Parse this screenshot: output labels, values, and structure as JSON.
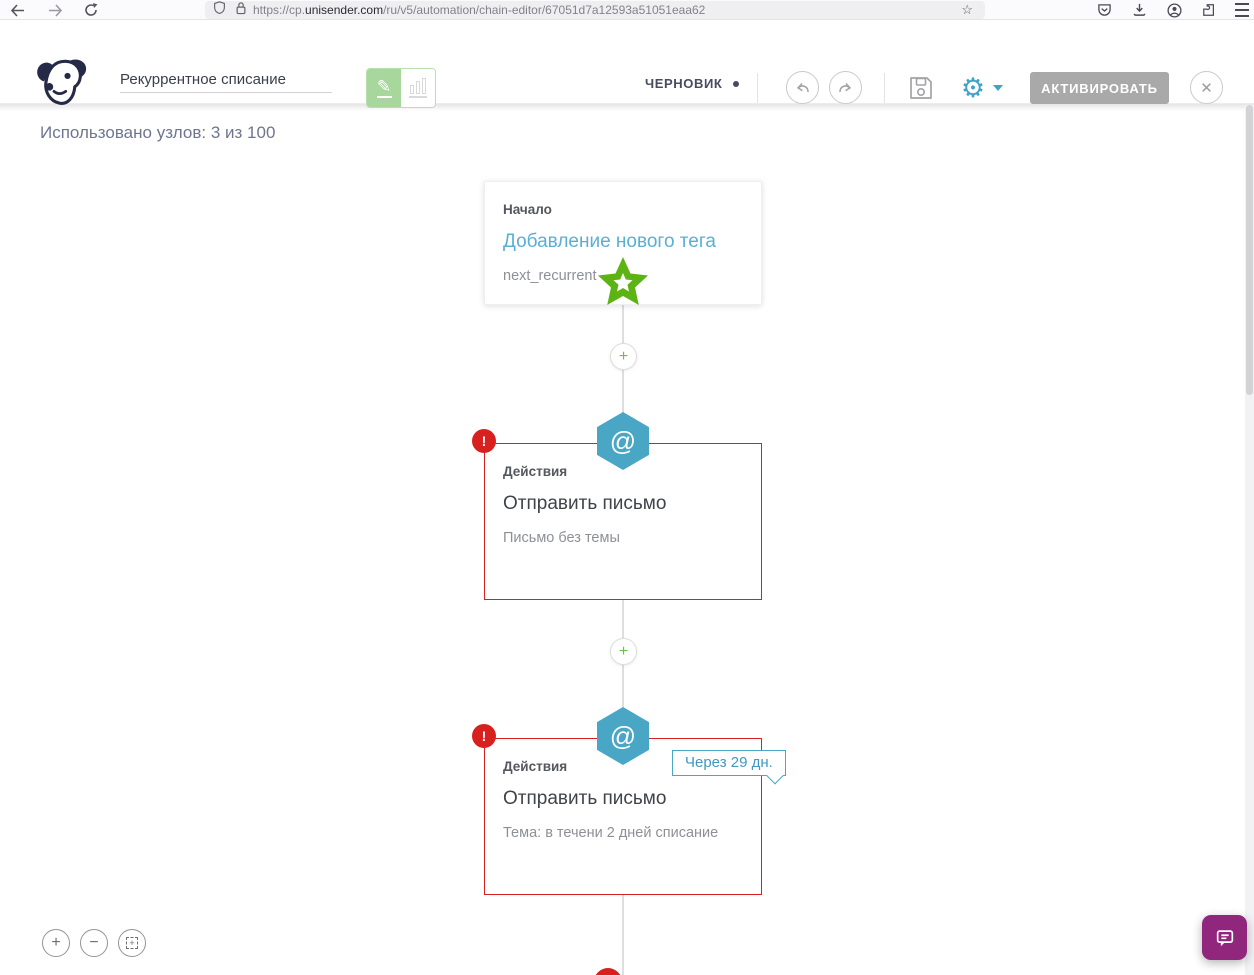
{
  "browser": {
    "url_prefix": "https://cp.",
    "url_domain": "unisender.com",
    "url_path": "/ru/v5/automation/chain-editor/67051d7a12593a51051eaa62"
  },
  "header": {
    "title_value": "Рекуррентное списание",
    "status_label": "ЧЕРНОВИК",
    "activate_label": "АКТИВИРОВАТЬ"
  },
  "canvas": {
    "used_nodes_label": "Использовано узлов: 3 из 100",
    "nodes": [
      {
        "category": "Начало",
        "title": "Добавление нового тега",
        "subtitle": "next_recurrent"
      },
      {
        "category": "Действия",
        "title": "Отправить письмо",
        "subtitle": "Письмо без темы"
      },
      {
        "category": "Действия",
        "title": "Отправить письмо",
        "subtitle": "Тема: в течени 2 дней списание",
        "delay_tooltip": "Через 29 дн."
      }
    ]
  },
  "icons": {
    "at_glyph": "@",
    "plus_glyph": "+",
    "minus_glyph": "−",
    "fit_glyph": "+",
    "error_glyph": "!",
    "close_glyph": "✕",
    "gear_glyph": "⚙",
    "pencil_glyph": "✎",
    "bookmark_star_glyph": "☆"
  },
  "colors": {
    "accent_blue": "#4aa6c5",
    "link_blue": "#58b0d4",
    "error_red": "#d8201f",
    "star_green": "#5db313",
    "toggle_green": "#a7d79c",
    "chat_purple": "#90277d",
    "activate_gray": "#a9a9a9"
  }
}
